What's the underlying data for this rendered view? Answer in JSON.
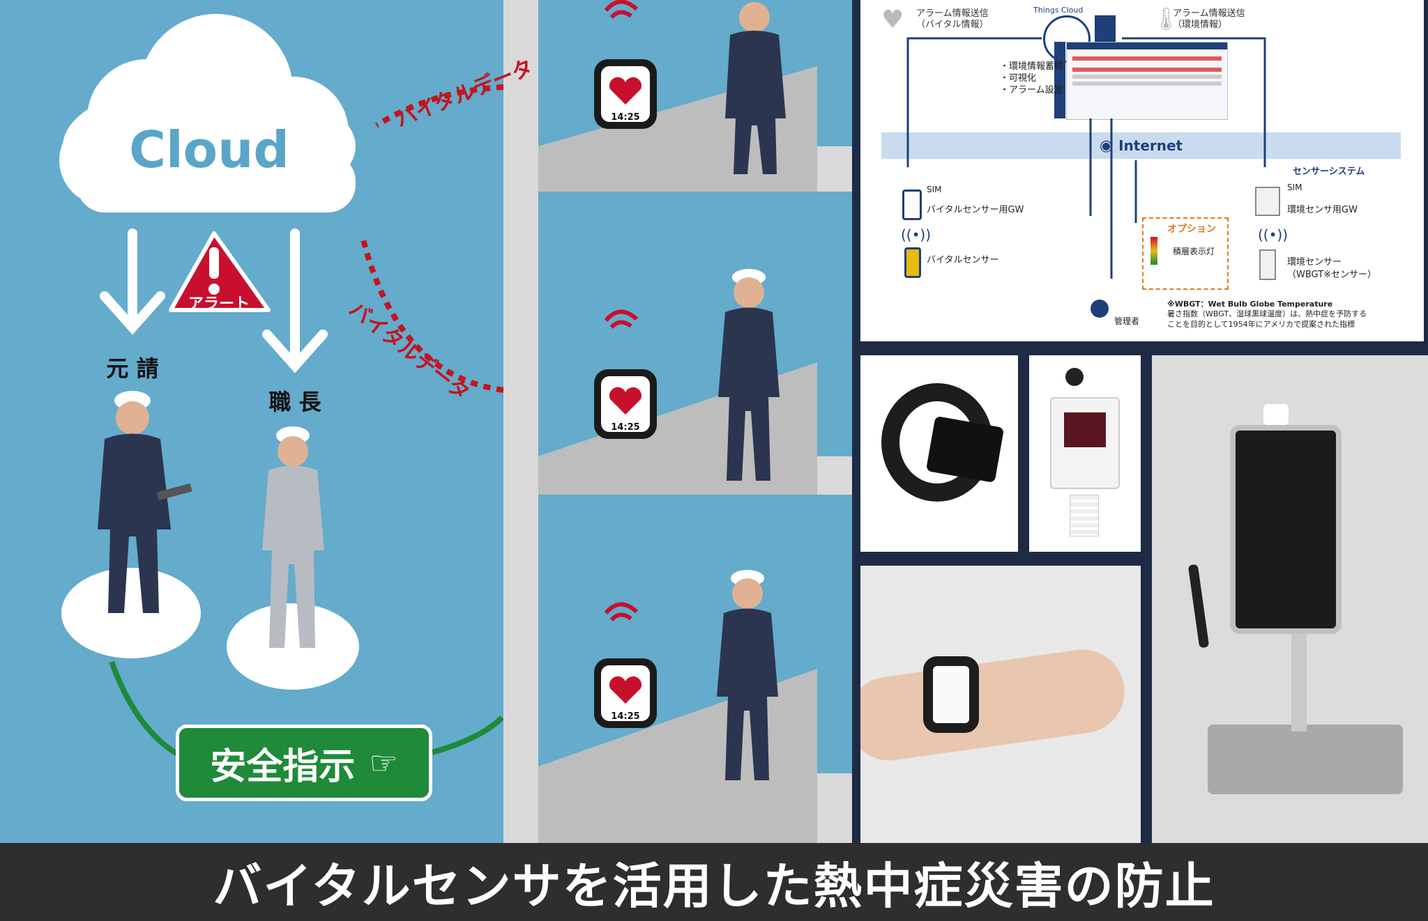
{
  "left": {
    "cloud_label": "Cloud",
    "alert_label": "アラート",
    "gencho_label": "元 請",
    "shokucho_label": "職 長",
    "vital_data_top": "バイタルデータ",
    "vital_data_mid": "バイタルデータ",
    "safety_button": "安全指示"
  },
  "building": {
    "watch_times": [
      "14:25",
      "14:25",
      "14:25"
    ]
  },
  "diagram": {
    "alarm_vital_line1": "アラーム情報送信",
    "alarm_vital_line2": "（バイタル情報）",
    "alarm_env_line1": "アラーム情報送信",
    "alarm_env_line2": "（環境情報）",
    "things_cloud": "Things Cloud",
    "features": [
      "・環境情報蓄積",
      "・可視化",
      "・アラーム設定"
    ],
    "internet": "Internet",
    "sensor_system": "センサーシステム",
    "sim_left": "SIM",
    "vital_gw": "バイタルセンサー用GW",
    "vital_sensor": "バイタルセンサー",
    "option_label": "オプション",
    "patlite": "積層表示灯",
    "sim_right": "SIM",
    "env_gw": "環境センサ用GW",
    "env_sensor_line1": "環境センサー",
    "env_sensor_line2": "（WBGT※センサー）",
    "manager": "管理者",
    "wbgt_note_line1": "※WBGT：Wet Bulb Globe Temperature",
    "wbgt_note_line2": "暑さ指数（WBGT、湿球黒球温度）は、熱中症を予防する",
    "wbgt_note_line3": "ことを目的として1954年にアメリカで提案された指標"
  },
  "banner": {
    "title": "バイタルセンサを活用した熱中症災害の防止"
  },
  "colors": {
    "sky_blue": "#64abcc",
    "alert_red": "#c8102e",
    "arrow_red": "#c4141f",
    "green": "#1f8a3a",
    "navy": "#1f2a44",
    "banner": "#2e2e2e"
  }
}
